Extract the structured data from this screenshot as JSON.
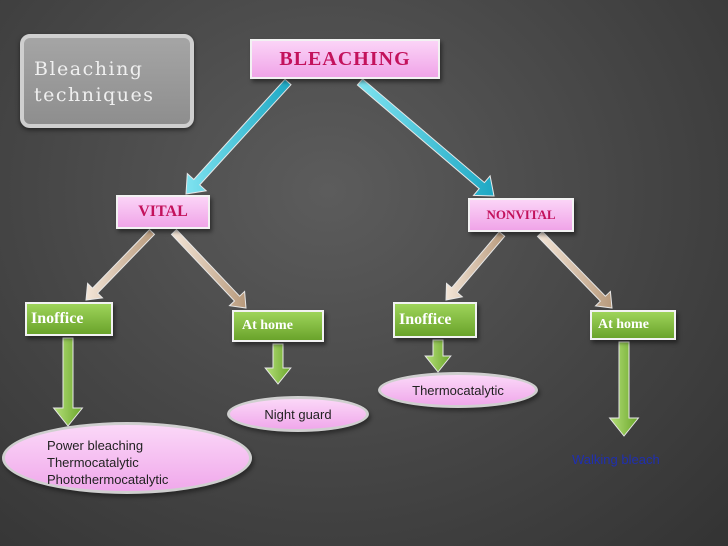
{
  "side_label": "Bleaching\ntechniques",
  "root": {
    "label": "BLEACHING"
  },
  "vital": {
    "label": "VITAL",
    "inoffice": {
      "label": "Inoffice",
      "result": [
        "Power bleaching",
        "Thermocatalytic",
        "Photothermocatalytic"
      ]
    },
    "at_home": {
      "label": "At home",
      "result": "Night guard"
    }
  },
  "nonvital": {
    "label": "NONVITAL",
    "inoffice": {
      "label": "Inoffice",
      "result": "Thermocatalytic"
    },
    "at_home": {
      "label": "At home",
      "result": "Walking bleach"
    }
  },
  "colors": {
    "pink": "#f7c4f2",
    "pink_text": "#c3125c",
    "green": "#7cb93a",
    "cyan_arrow": "#34c3d8",
    "tan_arrow": "#c9b196",
    "green_arrow": "#8cc63e",
    "walking_bleach_text": "#1f2fb0"
  }
}
